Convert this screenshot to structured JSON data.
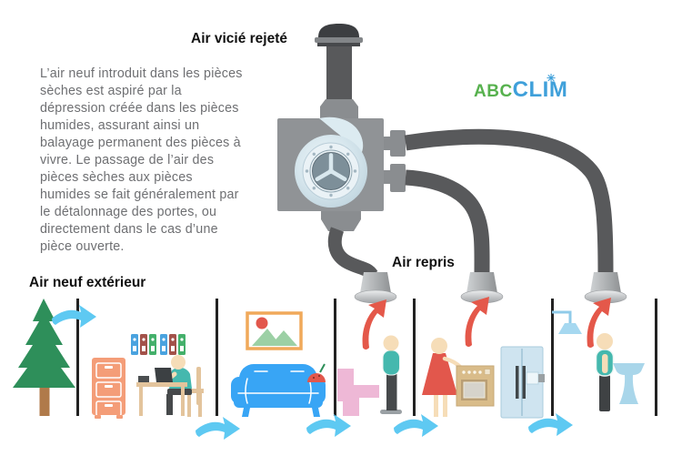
{
  "labels": {
    "air_vicie": "Air vicié rejeté",
    "air_repris": "Air repris",
    "air_neuf": "Air neuf extérieur"
  },
  "paragraph": "L’air neuf introduit dans les pièces\nsèches est aspiré par la\ndépression créée dans les pièces\nhumides, assurant ainsi un\nbalayage permanent des pièces à\nvivre. Le passage de l’air des\npièces sèches aux pièces\nhumides se fait généralement par\nle détalonnage des portes, ou\ndirectement dans le cas d’une\npièce ouverte.",
  "logo": {
    "abc": "ABC",
    "clim": "CLIM",
    "star": "✳"
  },
  "icons": [
    "roof-cap-icon",
    "vmc-fan-unit-icon",
    "exhaust-duct-icon",
    "ceiling-vent-icon",
    "red-airflow-arrow-icon",
    "blue-airflow-arrow-icon",
    "pine-tree-icon",
    "filing-cabinet-icon",
    "binders-icon",
    "desk-worker-icon",
    "picture-frame-icon",
    "sofa-icon",
    "toilet-icon",
    "standing-man-icon",
    "cooking-woman-icon",
    "oven-icon",
    "fridge-icon",
    "shower-icon",
    "pedestal-sink-icon"
  ],
  "colors": {
    "heading": "#111111",
    "text-gray": "#6e6f72",
    "duct": "#58595b",
    "unit": "#909396",
    "fan-light": "#dcebf1",
    "fan-dark": "#7d8f99",
    "red-arrow": "#e4584a",
    "blue-arrow": "#5ec9f2",
    "wall": "#222222",
    "tree": "#2e8f5a",
    "trunk": "#b07a4a",
    "cabinet": "#f49d78",
    "desk": "#e3c49c",
    "skin": "#f6ddb8",
    "teal": "#45b8ae",
    "pants": "#46494b",
    "sofa": "#38a5f5",
    "frame": "#f0a95a",
    "accent-red": "#e2574c",
    "mountain": "#9cd0a5",
    "toilet": "#eeb8d6",
    "dress": "#e2574c",
    "oven": "#d9bc8a",
    "fridge": "#cfe4f0",
    "sink": "#a9d6ea",
    "logo-green": "#57b14e",
    "logo-blue": "#3fa0da"
  }
}
